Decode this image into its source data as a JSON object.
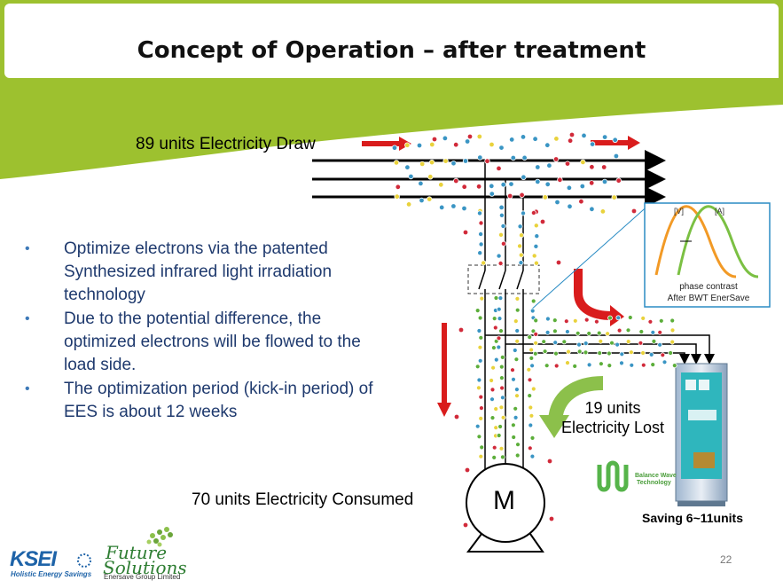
{
  "title": "Concept of Operation – after treatment",
  "labels": {
    "draw": "89 units Electricity Draw",
    "consumed": "70 units Electricity Consumed",
    "lost_line1": "19 units",
    "lost_line2": "Electricity Lost",
    "saving": "Saving 6~11units",
    "motor": "M"
  },
  "bullets": [
    "Optimize electrons via the patented Synthesized infrared light irradiation technology",
    "Due to the potential difference, the optimized electrons will be flowed to the load side.",
    "The optimization period (kick-in period) of EES is about 12 weeks"
  ],
  "bullet_glyph": "•",
  "inset": {
    "v_label": "[V]",
    "a_label": "[A]",
    "caption1": "phase contrast",
    "caption2": "After BWT EnerSave"
  },
  "logos": {
    "ksei": "KSEI",
    "ksei_sub": "Holistic Energy Savings",
    "fs_line1": "Future",
    "fs_line2": "Solutions",
    "fs_sub": "Enersave Group Limited",
    "bw_line1": "Balance Wave",
    "bw_line2": "Technology"
  },
  "page_number": "22",
  "colors": {
    "banner_green": "#9dc12f",
    "arrow_red": "#d91c1c",
    "flow_green": "#8cc04b",
    "cabinet_teal": "#2fb6bd",
    "text_blue": "#1f3a6e",
    "electron_red": "#d12a3a",
    "electron_blue": "#3a95c4",
    "electron_yellow": "#e9d23c",
    "electron_green": "#5cae3a"
  }
}
